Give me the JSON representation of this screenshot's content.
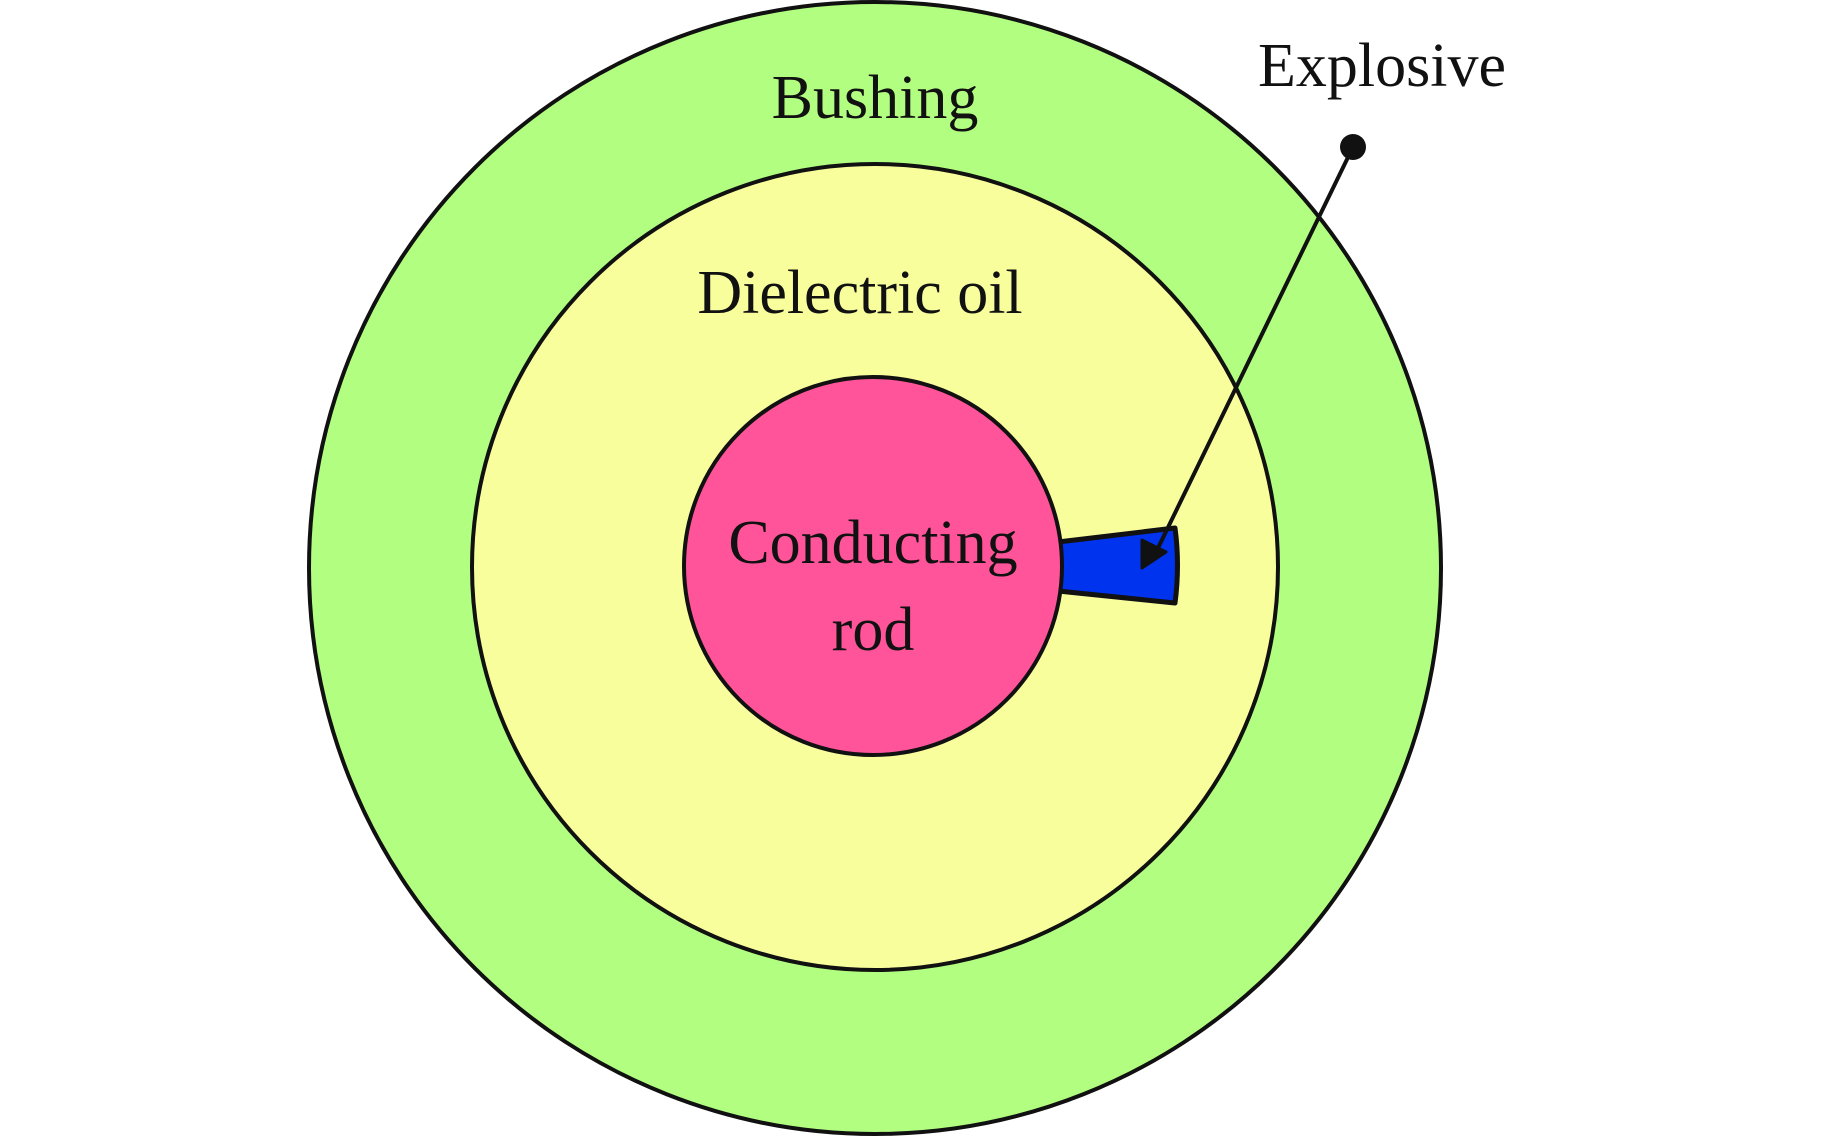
{
  "diagram": {
    "title": "Cross-section of bushing with conducting rod and explosive",
    "layers": [
      {
        "id": "bushing",
        "label": "Bushing",
        "color": "#B2FE80"
      },
      {
        "id": "dielectric-oil",
        "label": "Dielectric oil",
        "color": "#F9FE9C"
      },
      {
        "id": "conducting-rod",
        "label": "Conducting rod",
        "label_lines": [
          "Conducting",
          "rod"
        ],
        "color": "#FF5499"
      }
    ],
    "explosive": {
      "label": "Explosive",
      "color": "#0033EE"
    },
    "outline_color": "#111111"
  }
}
